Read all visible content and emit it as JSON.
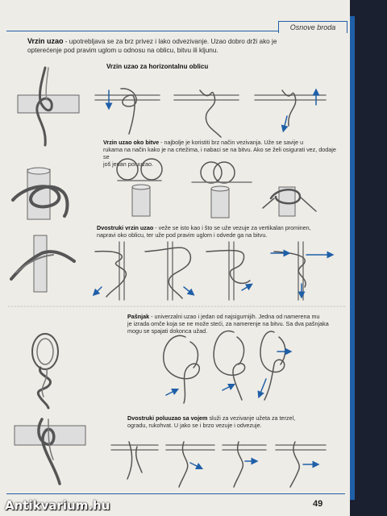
{
  "header": {
    "section": "Osnove broda"
  },
  "page_number": "49",
  "watermark": "Antikvarium.hu",
  "sections": {
    "vrzin": {
      "title": "Vrzin uzao",
      "text1": " - upotrebljava se za brz privez i lako odvezivanje. Uzao dobro drži ako je",
      "text2": "opterećenje pod pravim uglom u odnosu na oblicu, bitvu ili kljunu.",
      "caption": "Vrzin uzao za horizontalnu oblicu"
    },
    "bitva": {
      "title": "Vrzin uzao oko bitve",
      "text1": " - najbolje je koristiti brz način vezivanja. Uže se savije u",
      "text2": "rukama na način kako je na crtežima, i nabaci se na bitvu. Ako se želi osigurati vez, dodaje se",
      "text3": "još jedan poluuzao."
    },
    "dvostruki": {
      "title": "Dvostruki vrzin uzao",
      "text1": " - veže se isto kao i što se uže vezuje za vertikalan prominen,",
      "text2": "napravi oko oblicu, ter uže pod pravim uglom i odvede ga na bitvu."
    },
    "pasnjak": {
      "title": "Pašnjak",
      "text1": " - univerzalni uzao i jedan od najsigurnijih. Jedna od namerena mu",
      "text2": "je izrada omče koja se ne može steći, za namerenje na bitvu. Sa dva pašnjaka",
      "text3": "mogu se spajati dokonca užad."
    },
    "poluuzao": {
      "title": "Dvostruki poluuzao sa vojem",
      "text1": " služi za vezivanje užeta za terzel,",
      "text2": "ogradu, rukohvat. U jako se i brzo vezuje i odvezuje."
    }
  },
  "colors": {
    "accent": "#1f5fa8",
    "rope": "#555555",
    "pole": "#dddddd"
  }
}
